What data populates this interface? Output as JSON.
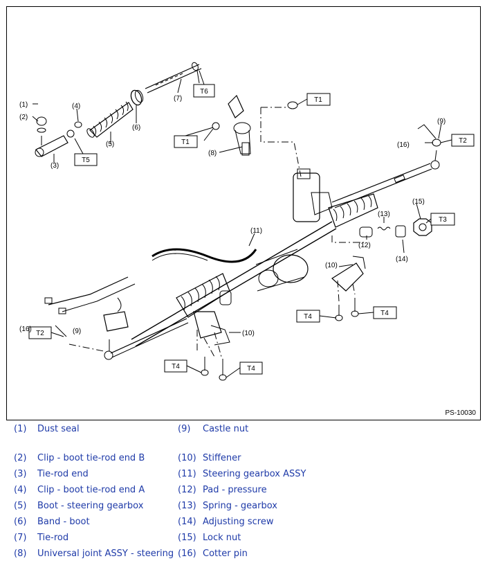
{
  "figure": {
    "id": "PS-10030",
    "callouts": {
      "c1": "(1)",
      "c2": "(2)",
      "c3": "(3)",
      "c4": "(4)",
      "c5": "(5)",
      "c6": "(6)",
      "c7": "(7)",
      "c8": "(8)",
      "c9a": "(9)",
      "c9b": "(9)",
      "c10a": "(10)",
      "c10b": "(10)",
      "c11": "(11)",
      "c12": "(12)",
      "c13": "(13)",
      "c14": "(14)",
      "c15": "(15)",
      "c16a": "(16)",
      "c16b": "(16)"
    },
    "torque_tags": {
      "t6": "T6",
      "t5": "T5",
      "t1a": "T1",
      "t1b": "T1",
      "t2a": "T2",
      "t2b": "T2",
      "t3": "T3",
      "t4a": "T4",
      "t4b": "T4",
      "t4c": "T4",
      "t4d": "T4"
    }
  },
  "legend": [
    {
      "num": "(1)",
      "label": "Dust seal",
      "num2": "(9)",
      "label2": "Castle nut"
    },
    {
      "num": "(2)",
      "label": "Clip - boot tie-rod end B",
      "num2": "(10)",
      "label2": "Stiffener"
    },
    {
      "num": "(3)",
      "label": "Tie-rod end",
      "num2": "(11)",
      "label2": "Steering gearbox ASSY"
    },
    {
      "num": "(4)",
      "label": "Clip - boot tie-rod end A",
      "num2": "(12)",
      "label2": "Pad - pressure"
    },
    {
      "num": "(5)",
      "label": "Boot - steering gearbox",
      "num2": "(13)",
      "label2": "Spring - gearbox"
    },
    {
      "num": "(6)",
      "label": "Band - boot",
      "num2": "(14)",
      "label2": "Adjusting screw"
    },
    {
      "num": "(7)",
      "label": "Tie-rod",
      "num2": "(15)",
      "label2": "Lock nut"
    },
    {
      "num": "(8)",
      "label": "Universal joint ASSY - steering",
      "num2": "(16)",
      "label2": "Cotter pin"
    }
  ],
  "colors": {
    "legend_text": "#1e3aa8",
    "line": "#000000"
  }
}
